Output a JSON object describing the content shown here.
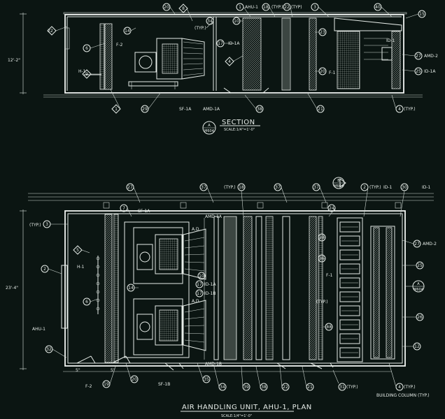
{
  "section": {
    "dimension": "12'-2\"",
    "title": "SECTION",
    "scale": "SCALE:1/4\"=1'-0\"",
    "ref_letter": "A",
    "ref_sheet": "M604",
    "labels": {
      "f2": "F-2",
      "sf1a": "SF-1A",
      "amd1a": "AMD-1A",
      "id1a": "ID-1A",
      "amd2": "AMD-2",
      "id1a_right": "ID-1A",
      "id1": "ID-1",
      "f1": "F-1",
      "h1": "H-1",
      "ahu1": "AHU-1",
      "typ1": "(TYP.)",
      "typ2": "(TYP.)",
      "typ3": "(TYP)",
      "typ4": "(TYP.)"
    }
  },
  "plan": {
    "dimension": "23'-4\"",
    "title": "AIR HANDLING UNIT, AHU-1, PLAN",
    "scale": "SCALE:1/4\"=1'-0\"",
    "ref_b_letter": "B",
    "ref_b_sheet": "M604",
    "ref_a_letter": "A",
    "ref_a_sheet": "M604",
    "labels": {
      "sf1a": "SF-1A",
      "sf1b": "SF-1B",
      "amd1a": "AMD-1A",
      "amd1b": "AMD-1B",
      "id1a": "ID-1A",
      "id1b": "ID-1B",
      "id1": "ID-1",
      "id1_right": "ID-1",
      "amd2": "AMD-2",
      "ahu1": "AHU-1",
      "h1": "H-1",
      "f1": "F-1",
      "f2": "F-2",
      "ad": "A.D.",
      "typ_left": "(TYP.)",
      "typ_top": "(TYP.)",
      "typ_f": "(TYP.)",
      "typ_right": "(TYP.)",
      "typ_bottom": "(TYP.)",
      "typ_bottom2": "(TYP.)",
      "building_column": "BUILDING COLUMN (TYP.)",
      "five_a": "5\"",
      "five_b": "5\""
    }
  },
  "tags": [
    "1",
    "2",
    "3",
    "4",
    "5",
    "6",
    "7",
    "8",
    "9",
    "10",
    "11",
    "12",
    "13",
    "14",
    "15",
    "16",
    "17",
    "18",
    "19",
    "20",
    "21",
    "22",
    "23",
    "24",
    "25",
    "26",
    "27",
    "28",
    "29",
    "30",
    "31",
    "32",
    "33",
    "34",
    "35",
    "36",
    "37",
    "38",
    "39",
    "40"
  ]
}
